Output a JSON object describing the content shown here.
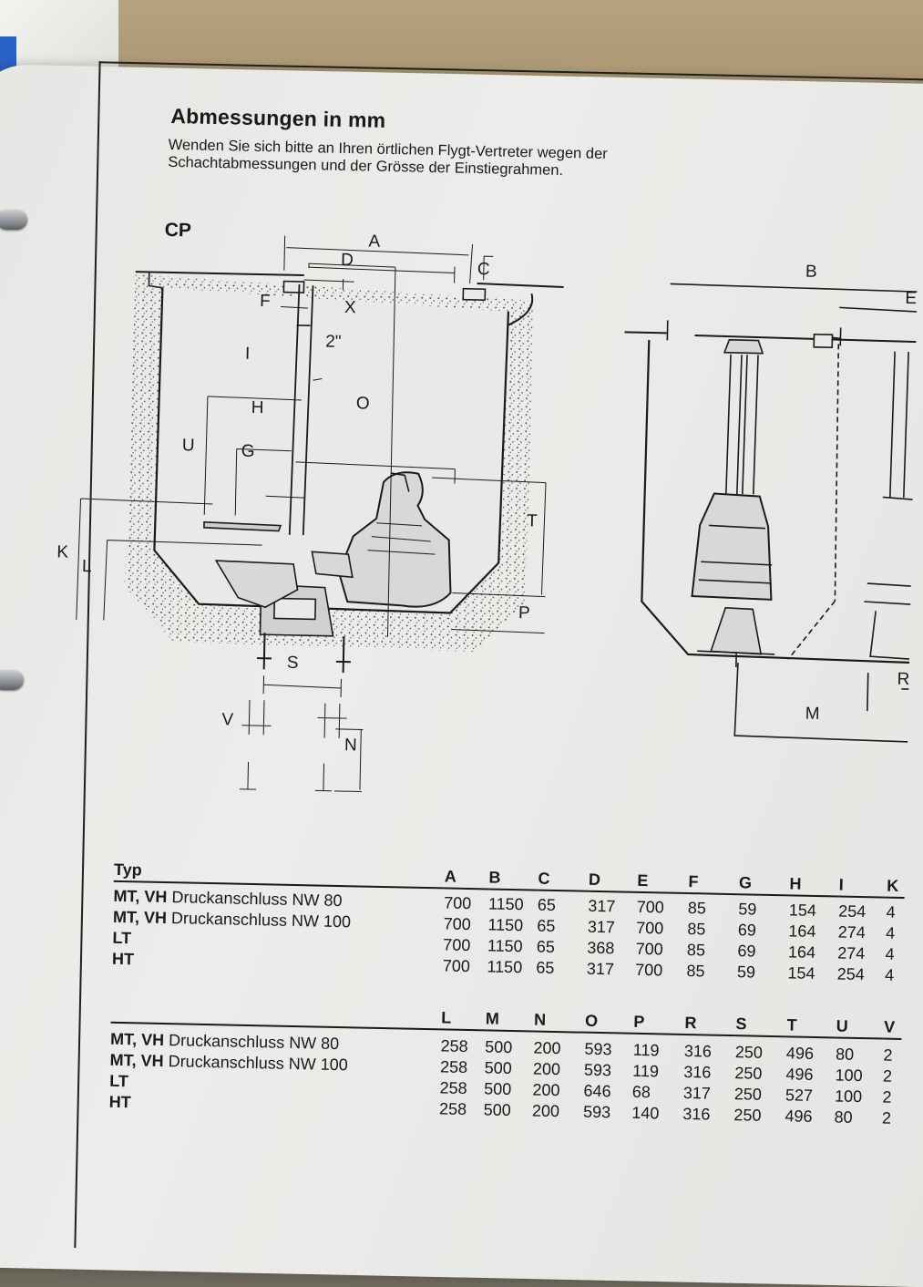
{
  "heading": "Abmessungen in mm",
  "note": "Wenden Sie sich bitte an Ihren örtlichen Flygt-Vertreter wegen der Schachtabmessungen und der Grösse der Einstiegrahmen.",
  "drawing_label": "CP",
  "dimension_labels": {
    "A": "A",
    "B": "B",
    "C": "C",
    "D": "D",
    "E": "E",
    "F": "F",
    "G": "G",
    "H": "H",
    "I": "I",
    "K": "K",
    "L": "L",
    "M": "M",
    "N": "N",
    "O": "O",
    "P": "P",
    "R": "R",
    "S": "S",
    "T": "T",
    "U": "U",
    "V": "V",
    "X": "X",
    "pipe": "2\""
  },
  "table1": {
    "type_header": "Typ",
    "columns": [
      "A",
      "B",
      "C",
      "D",
      "E",
      "F",
      "G",
      "H",
      "I",
      "K"
    ],
    "rows": [
      {
        "bold": "MT, VH",
        "name": "Druckanschluss NW  80",
        "values": [
          "700",
          "1150",
          "65",
          "317",
          "700",
          "85",
          "59",
          "154",
          "254",
          "4"
        ]
      },
      {
        "bold": "MT, VH",
        "name": "Druckanschluss NW 100",
        "values": [
          "700",
          "1150",
          "65",
          "317",
          "700",
          "85",
          "69",
          "164",
          "274",
          "4"
        ]
      },
      {
        "bold": "LT",
        "name": "",
        "values": [
          "700",
          "1150",
          "65",
          "368",
          "700",
          "85",
          "69",
          "164",
          "274",
          "4"
        ]
      },
      {
        "bold": "HT",
        "name": "",
        "values": [
          "700",
          "1150",
          "65",
          "317",
          "700",
          "85",
          "59",
          "154",
          "254",
          "4"
        ]
      }
    ]
  },
  "table2": {
    "columns": [
      "L",
      "M",
      "N",
      "O",
      "P",
      "R",
      "S",
      "T",
      "U",
      "V"
    ],
    "rows": [
      {
        "bold": "MT, VH",
        "name": "Druckanschluss NW  80",
        "values": [
          "258",
          "500",
          "200",
          "593",
          "119",
          "316",
          "250",
          "496",
          "80",
          "2"
        ]
      },
      {
        "bold": "MT, VH",
        "name": "Druckanschluss NW 100",
        "values": [
          "258",
          "500",
          "200",
          "593",
          "119",
          "316",
          "250",
          "496",
          "100",
          "2"
        ]
      },
      {
        "bold": "LT",
        "name": "",
        "values": [
          "258",
          "500",
          "200",
          "646",
          "68",
          "317",
          "250",
          "527",
          "100",
          "2"
        ]
      },
      {
        "bold": "HT",
        "name": "",
        "values": [
          "258",
          "500",
          "200",
          "593",
          "140",
          "316",
          "250",
          "496",
          "80",
          "2"
        ]
      }
    ]
  }
}
